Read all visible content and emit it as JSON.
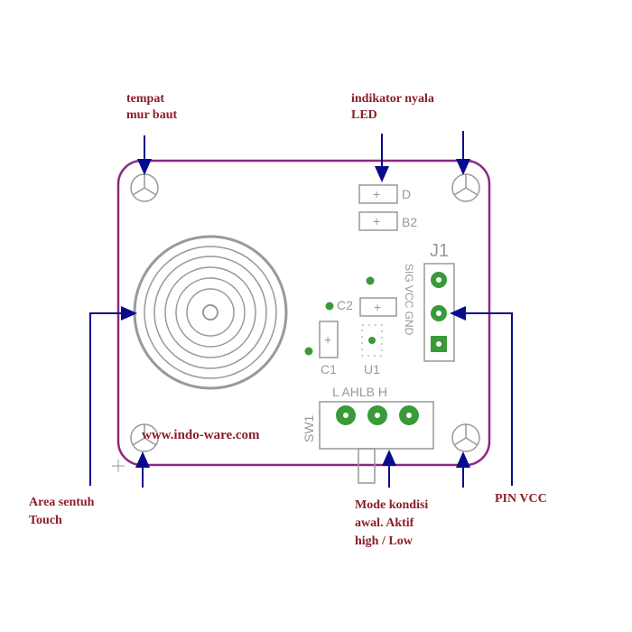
{
  "labels": {
    "mount_hole": [
      "tempat",
      "mur baut"
    ],
    "led_indicator": [
      "indikator nyala",
      "LED"
    ],
    "touch_area": [
      "Area sentuh",
      "Touch"
    ],
    "mode": [
      "Mode kondisi",
      "awal. Aktif",
      "high / Low"
    ],
    "pin_vcc": "PIN VCC"
  },
  "board": {
    "website": "www.indo-ware.com",
    "d_label": "D",
    "b2_label": "B2",
    "j1_label": "J1",
    "j1_pins": "SIG VCC GND",
    "c1_label": "C1",
    "c2_label": "C2",
    "u1_label": "U1",
    "sw1_label": "SW1",
    "sw1_pins": "L  AHLB  H"
  },
  "colors": {
    "board_outline": "#8b2a7e",
    "arrow": "#0a0a8c",
    "label": "#8b1e2a",
    "pad": "#3a9a3a"
  }
}
